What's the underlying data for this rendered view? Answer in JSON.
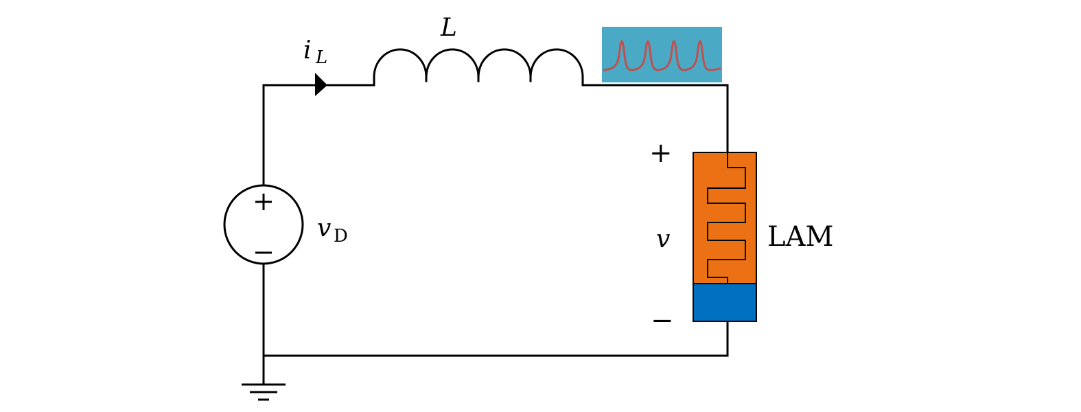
{
  "diagram": {
    "labels": {
      "current": "i",
      "current_sub": "L",
      "inductor": "L",
      "source_var": "v",
      "source_sub": "D",
      "voltage_var": "v",
      "plus": "+",
      "minus": "−",
      "source_plus": "+",
      "source_minus": "−",
      "actuator": "LAM"
    },
    "colors": {
      "wire": "#000000",
      "waveform_box": "#4aa9c4",
      "waveform_line": "#c0504d",
      "actuator_body": "#ec7014",
      "actuator_base": "#0070c0"
    }
  }
}
